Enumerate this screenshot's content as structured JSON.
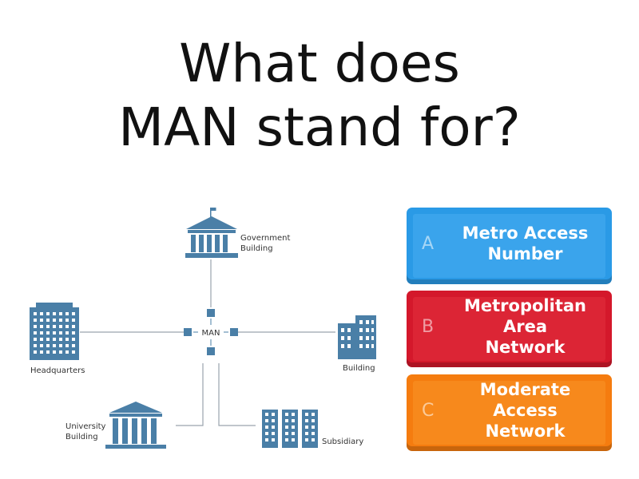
{
  "question": {
    "line1": "What does",
    "line2": "MAN stand for?"
  },
  "diagram": {
    "center_label": "MAN",
    "nodes": {
      "government": [
        "Government",
        "Building"
      ],
      "headquarters": "Headquarters",
      "building": "Building",
      "university": [
        "University",
        "Building"
      ],
      "subsidiary": "Subsidiary"
    },
    "color": "#4a7fa7"
  },
  "answers": [
    {
      "letter": "A",
      "text": "Metro Access\nNumber",
      "color": "#2a9ae6",
      "inner_color": "#3aa4ec"
    },
    {
      "letter": "B",
      "text": "Metropolitan\nArea\nNetwork",
      "color": "#d4182b",
      "inner_color": "#dc2535"
    },
    {
      "letter": "C",
      "text": "Moderate\nAccess\nNetwork",
      "color": "#f57c0f",
      "inner_color": "#f7891c"
    }
  ]
}
